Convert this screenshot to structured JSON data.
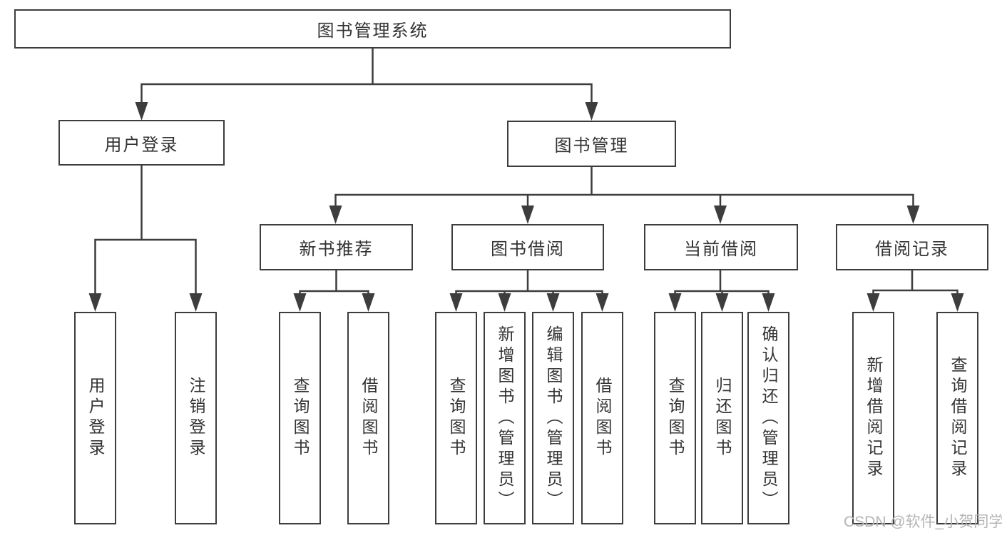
{
  "diagram_type": "hierarchy-tree",
  "tree": {
    "label": "图书管理系统",
    "children": [
      {
        "label": "用户登录",
        "children": [
          {
            "label": "用户登录"
          },
          {
            "label": "注销登录"
          }
        ]
      },
      {
        "label": "图书管理",
        "children": [
          {
            "label": "新书推荐",
            "children": [
              {
                "label": "查询图书"
              },
              {
                "label": "借阅图书"
              }
            ]
          },
          {
            "label": "图书借阅",
            "children": [
              {
                "label": "查询图书"
              },
              {
                "label": "新增图书（管理员）"
              },
              {
                "label": "编辑图书（管理员）"
              },
              {
                "label": "借阅图书"
              }
            ]
          },
          {
            "label": "当前借阅",
            "children": [
              {
                "label": "查询图书"
              },
              {
                "label": "归还图书"
              },
              {
                "label": "确认归还（管理员）"
              }
            ]
          },
          {
            "label": "借阅记录",
            "children": [
              {
                "label": "新增借阅记录"
              },
              {
                "label": "查询借阅记录"
              }
            ]
          }
        ]
      }
    ]
  },
  "watermark": {
    "text": "CSDN @软件_小贺同学"
  },
  "colors": {
    "line": "#3d3d3d",
    "box_border": "#3d3d3d",
    "text": "#333333",
    "background": "#ffffff",
    "watermark": "#b5b5b5"
  }
}
